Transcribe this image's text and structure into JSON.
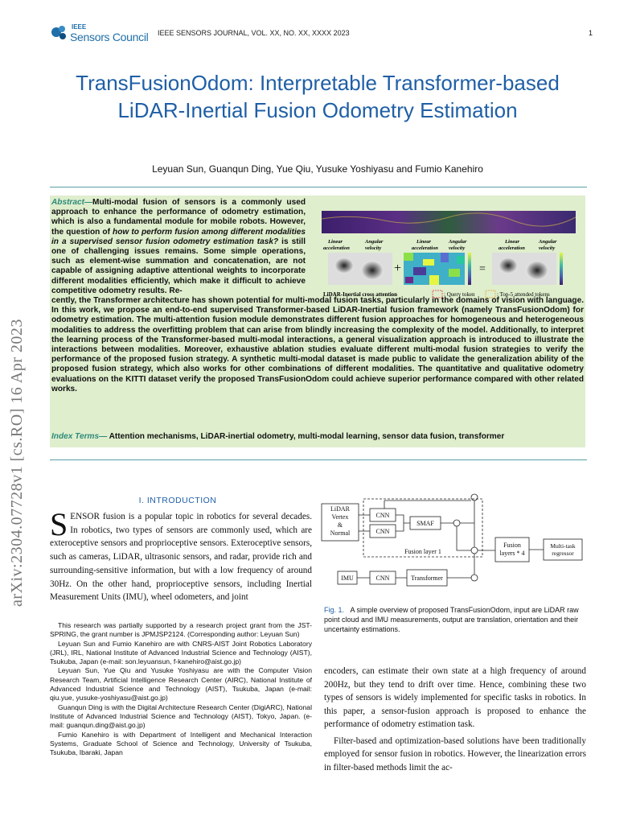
{
  "header": {
    "logo_top": "IEEE",
    "logo_bottom": "Sensors Council",
    "journal": "IEEE SENSORS JOURNAL, VOL. XX, NO. XX, XXXX 2023",
    "page": "1"
  },
  "arxiv_stamp": "arXiv:2304.07728v1  [cs.RO]  16 Apr 2023",
  "title": "TransFusionOdom: Interpretable Transformer-based LiDAR-Inertial Fusion Odometry Estimation",
  "authors": "Leyuan Sun, Guanqun Ding, Yue Qiu, Yusuke Yoshiyasu and Fumio Kanehiro",
  "abstract": {
    "label": "Abstract—",
    "p1": "Multi-modal fusion of sensors is a commonly used approach to enhance the performance of odometry estimation, which is also a fundamental module for mobile robots. However, the question of ",
    "p1_italic": "how to perform fusion among different modalities in a supervised sensor fusion odometry estimation task?",
    "p1_cont": " is still one of challenging issues remains. Some simple operations, such as element-wise summation and concatenation, are not capable of assigning adaptive attentional weights to incorporate different modalities efficiently, which make it difficult to achieve competitive odometry results. Re-",
    "p2": "cently, the Transformer architecture has shown potential for multi-modal fusion tasks, particularly in the domains of vision with language. In this work, we propose an end-to-end supervised Transformer-based LiDAR-Inertial fusion framework (namely TransFusionOdom) for odometry estimation. The multi-attention fusion module demonstrates different fusion approaches for homogeneous and heterogeneous modalities to address the overfitting problem that can arise from blindly increasing the complexity of the model. Additionally, to interpret the learning process of the Transformer-based multi-modal interactions, a general visualization approach is introduced to illustrate the interactions between modalities. Moreover, exhaustive ablation studies evaluate different multi-modal fusion strategies to verify the performance of the proposed fusion strategy. A synthetic multi-modal dataset is made public to validate the generalization ability of the proposed fusion strategy, which also works for other combinations of different modalities. The quantitative and qualitative odometry evaluations on the KITTI dataset verify the proposed TransFusionOdom could achieve superior performance compared with other related works.",
    "index_label": "Index Terms—",
    "index_terms": "Attention mechanisms, LiDAR-inertial odometry, multi-modal learning, sensor data fusion, transformer"
  },
  "abstract_figure": {
    "col_linear": "Linear",
    "col_acceleration": "acceleration",
    "col_angular": "Angular",
    "col_velocity": "velocity",
    "plus": "+",
    "equals": "=",
    "caption_left": "LiDAR-Inertial cross attention",
    "legend_query": ": Query token",
    "legend_top5": ": Top-5 attended tokens"
  },
  "section": {
    "number": "I.",
    "title": "INTRODUCTION"
  },
  "intro": {
    "drop_cap": "S",
    "p1": "ENSOR fusion is a popular topic in robotics for several decades. In robotics, two types of sensors are commonly used, which are exteroceptive sensors and proprioceptive sensors. Exteroceptive sensors, such as cameras, LiDAR, ultrasonic sensors, and radar, provide rich and surrounding-sensitive information, but with a low frequency of around 30Hz. On the other hand, proprioceptive sensors, including Inertial Measurement Units (IMU), wheel odometers, and joint",
    "p1_cont": "encoders, can estimate their own state at a high frequency of around 200Hz, but they tend to drift over time. Hence, combining these two types of sensors is widely implemented for specific tasks in robotics. In this paper, a sensor-fusion approach is proposed to enhance the performance of odometry estimation task.",
    "p2": "Filter-based and optimization-based solutions have been traditionally employed for sensor fusion in robotics. However, the linearization errors in filter-based methods limit the ac-"
  },
  "footnotes": [
    "This research was partially supported by a research project grant from the JST-SPRING, the grant number is JPMJSP2124. (Corresponding author: Leyuan Sun)",
    "Leyuan Sun and Fumio Kanehiro are with CNRS-AIST Joint Robotics Laboratory (JRL), IRL, National Institute of Advanced Industrial Science and Technology (AIST), Tsukuba, Japan (e-mail: son.leyuansun, f-kanehiro@aist.go.jp)",
    "Leyuan Sun, Yue Qiu and Yusuke Yoshiyasu are with the Computer Vision Research Team, Artificial Intelligence Research Center (AIRC), National Institute of Advanced Industrial Science and Technology (AIST), Tsukuba, Japan (e-mail: qiu.yue, yusuke-yoshiyasu@aist.go.jp)",
    "Guanqun Ding is with the Digital Architecture Research Center (DigiARC), National Institute of Advanced Industrial Science and Technology (AIST), Tokyo, Japan. (e-mail: guanqun.ding@aist.go.jp)",
    "Fumio Kanehiro is with Department of Intelligent and Mechanical Interaction Systems, Graduate School of Science and Technology, University of Tsukuba, Tsukuba, Ibaraki, Japan"
  ],
  "figure1": {
    "lidar": "LiDAR",
    "vertex": "Vertex",
    "amp": "&",
    "normal": "Normal",
    "cnn1": "CNN",
    "cnn2": "CNN",
    "cnn3": "CNN",
    "smaf": "SMAF",
    "fusion_layer": "Fusion layer 1",
    "imu": "IMU",
    "transformer": "Transformer",
    "fusion": "Fusion",
    "fusion_layers": "layers * 4",
    "multitask": "Multi-task",
    "regressor": "regressor",
    "caption_label": "Fig. 1.",
    "caption": "A simple overview of proposed TransFusionOdom, input are LiDAR raw point cloud and IMU measurements, output are translation, orientation and their uncertainty estimations."
  }
}
